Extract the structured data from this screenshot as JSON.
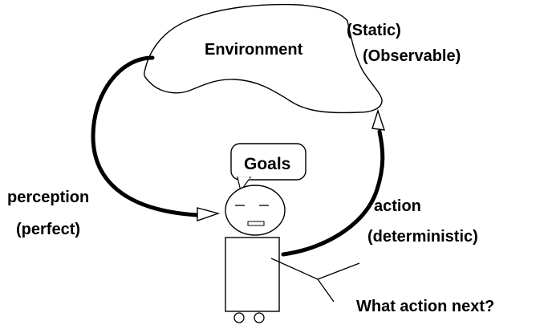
{
  "diagram": {
    "environment": {
      "label": "Environment",
      "properties": [
        "(Static)",
        "(Observable)"
      ]
    },
    "agent": {
      "goals_label": "Goals"
    },
    "perception": {
      "label": "perception",
      "qualifier": "(perfect)"
    },
    "action": {
      "label": "action",
      "qualifier": "(deterministic)"
    },
    "question": "What action next?"
  },
  "colors": {
    "ink": "#000000",
    "background": "#ffffff"
  }
}
